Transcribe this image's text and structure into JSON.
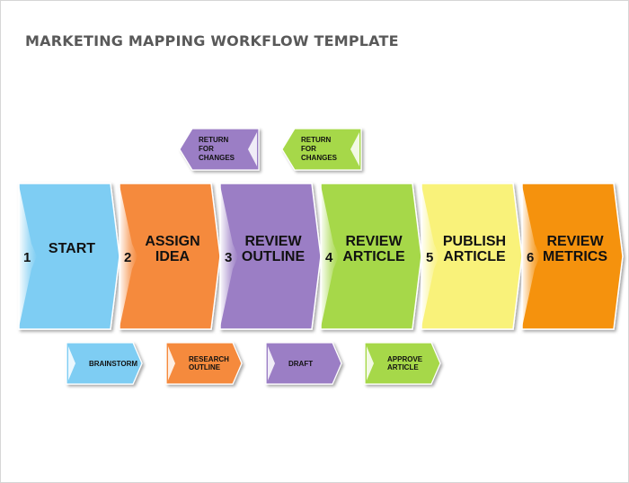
{
  "title": "MARKETING MAPPING WORKFLOW TEMPLATE",
  "colors": {
    "blue": "#7ecdf3",
    "orange": "#f58a3c",
    "purple": "#9b7ec5",
    "green": "#a6d84a",
    "yellow": "#f9f27a",
    "dark_orange": "#f5920e"
  },
  "stages": [
    {
      "number": "1",
      "lines": [
        "START"
      ],
      "color": "#7ecdf3"
    },
    {
      "number": "2",
      "lines": [
        "ASSIGN",
        "IDEA"
      ],
      "color": "#f58a3c"
    },
    {
      "number": "3",
      "lines": [
        "REVIEW",
        "OUTLINE"
      ],
      "color": "#9b7ec5"
    },
    {
      "number": "4",
      "lines": [
        "REVIEW",
        "ARTICLE"
      ],
      "color": "#a6d84a"
    },
    {
      "number": "5",
      "lines": [
        "PUBLISH",
        "ARTICLE"
      ],
      "color": "#f9f27a"
    },
    {
      "number": "6",
      "lines": [
        "REVIEW",
        "METRICS"
      ],
      "color": "#f5920e"
    }
  ],
  "tasks": [
    {
      "lines": [
        "BRAINSTORM"
      ],
      "color": "#7ecdf3"
    },
    {
      "lines": [
        "RESEARCH",
        "OUTLINE"
      ],
      "color": "#f58a3c"
    },
    {
      "lines": [
        "DRAFT"
      ],
      "color": "#9b7ec5"
    },
    {
      "lines": [
        "APPROVE",
        "ARTICLE"
      ],
      "color": "#a6d84a"
    }
  ],
  "returns": [
    {
      "lines": [
        "RETURN",
        "FOR",
        "CHANGES"
      ],
      "color": "#9b7ec5"
    },
    {
      "lines": [
        "RETURN",
        "FOR",
        "CHANGES"
      ],
      "color": "#a6d84a"
    }
  ]
}
